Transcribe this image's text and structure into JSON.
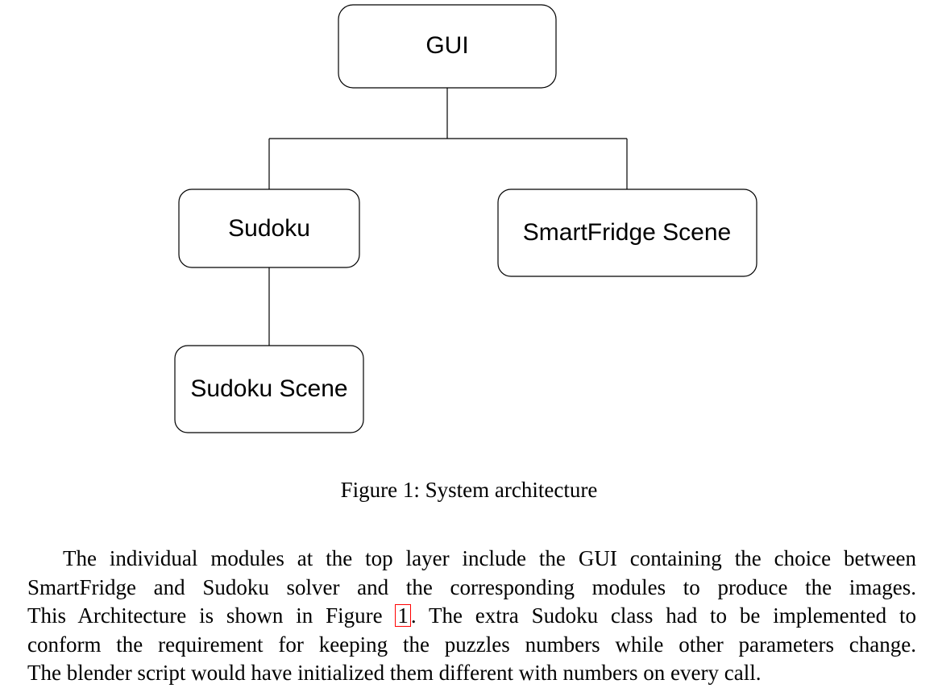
{
  "diagram": {
    "nodes": {
      "gui": "GUI",
      "sudoku": "Sudoku",
      "smartfridge_scene": "SmartFridge Scene",
      "sudoku_scene": "Sudoku Scene"
    },
    "edges": [
      [
        "gui",
        "sudoku"
      ],
      [
        "gui",
        "smartfridge_scene"
      ],
      [
        "sudoku",
        "sudoku_scene"
      ]
    ]
  },
  "caption": "Figure 1: System architecture",
  "paragraph": {
    "line1": "The individual modules at the top layer include the GUI containing the choice between",
    "line2": "SmartFridge and Sudoku solver and the corresponding modules to produce the images.",
    "line3_before": "This Architecture is shown in Figure ",
    "line3_ref": "1",
    "line3_after": ". The extra Sudoku class had to be implemented to",
    "line4": "conform the requirement for keeping the puzzles numbers while other parameters change.",
    "line5": "The blender script would have initialized them different with numbers on every call."
  }
}
